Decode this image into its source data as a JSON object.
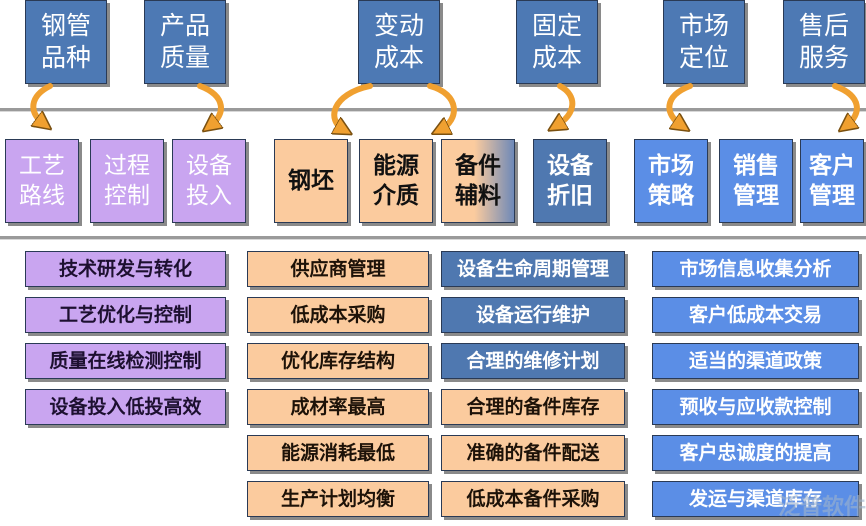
{
  "top": [
    {
      "id": "steel-variety",
      "label": "钢管\n品种"
    },
    {
      "id": "product-quality",
      "label": "产品\n质量"
    },
    {
      "id": "variable-cost",
      "label": "变动\n成本"
    },
    {
      "id": "fixed-cost",
      "label": "固定\n成本"
    },
    {
      "id": "market-position",
      "label": "市场\n定位"
    },
    {
      "id": "after-sales",
      "label": "售后\n服务"
    }
  ],
  "mid": [
    {
      "id": "process-route",
      "label": "工艺\n路线"
    },
    {
      "id": "process-control",
      "label": "过程\n控制"
    },
    {
      "id": "equipment-investment",
      "label": "设备\n投入"
    },
    {
      "id": "billet",
      "label": "钢坯"
    },
    {
      "id": "energy-medium",
      "label": "能源\n介质"
    },
    {
      "id": "spare-parts",
      "label": "备件\n辅料"
    },
    {
      "id": "depreciation",
      "label": "设备\n折旧"
    },
    {
      "id": "market-strategy",
      "label": "市场\n策略"
    },
    {
      "id": "sales-management",
      "label": "销售\n管理"
    },
    {
      "id": "customer-management",
      "label": "客户\n管理"
    }
  ],
  "columns": [
    [
      "技术研发与转化",
      "工艺优化与控制",
      "质量在线检测控制",
      "设备投入低投高效"
    ],
    [
      "供应商管理",
      "低成本采购",
      "优化库存结构",
      "成材率最高",
      "能源消耗最低",
      "生产计划均衡"
    ],
    [
      "设备生命周期管理",
      "设备运行维护",
      "合理的维修计划",
      "合理的备件库存",
      "准确的备件配送",
      "低成本备件采购"
    ],
    [
      "市场信息收集分析",
      "客户低成本交易",
      "适当的渠道政策",
      "预收与应收款控制",
      "客户忠诚度的提高",
      "发运与渠道库存"
    ]
  ],
  "watermark": "泛普软件",
  "colors": {
    "top_blue": "#4d79b4",
    "purple": "#c9a5f0",
    "peach": "#fbcb9e",
    "steel": "#4f78b0",
    "blue": "#5b8ee6",
    "arrow": "#f0a030"
  }
}
